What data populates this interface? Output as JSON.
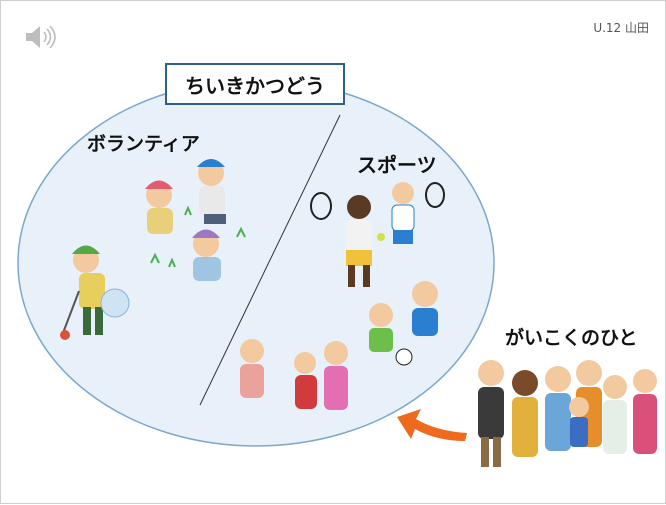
{
  "slide": {
    "author": "U.12 山田",
    "title": "ちいきかつどう",
    "labels": {
      "volunteer": "ボランティア",
      "sports": "スポーツ",
      "foreign_people": "がいこくのひと"
    }
  },
  "icons": {
    "speaker": "speaker-icon",
    "arrow": "orange-arrow-icon"
  },
  "colors": {
    "circle_fill": "#e8f1fa",
    "circle_stroke": "#7ea6cf",
    "title_border": "#2f5f8f",
    "arrow": "#ee6a1e"
  }
}
